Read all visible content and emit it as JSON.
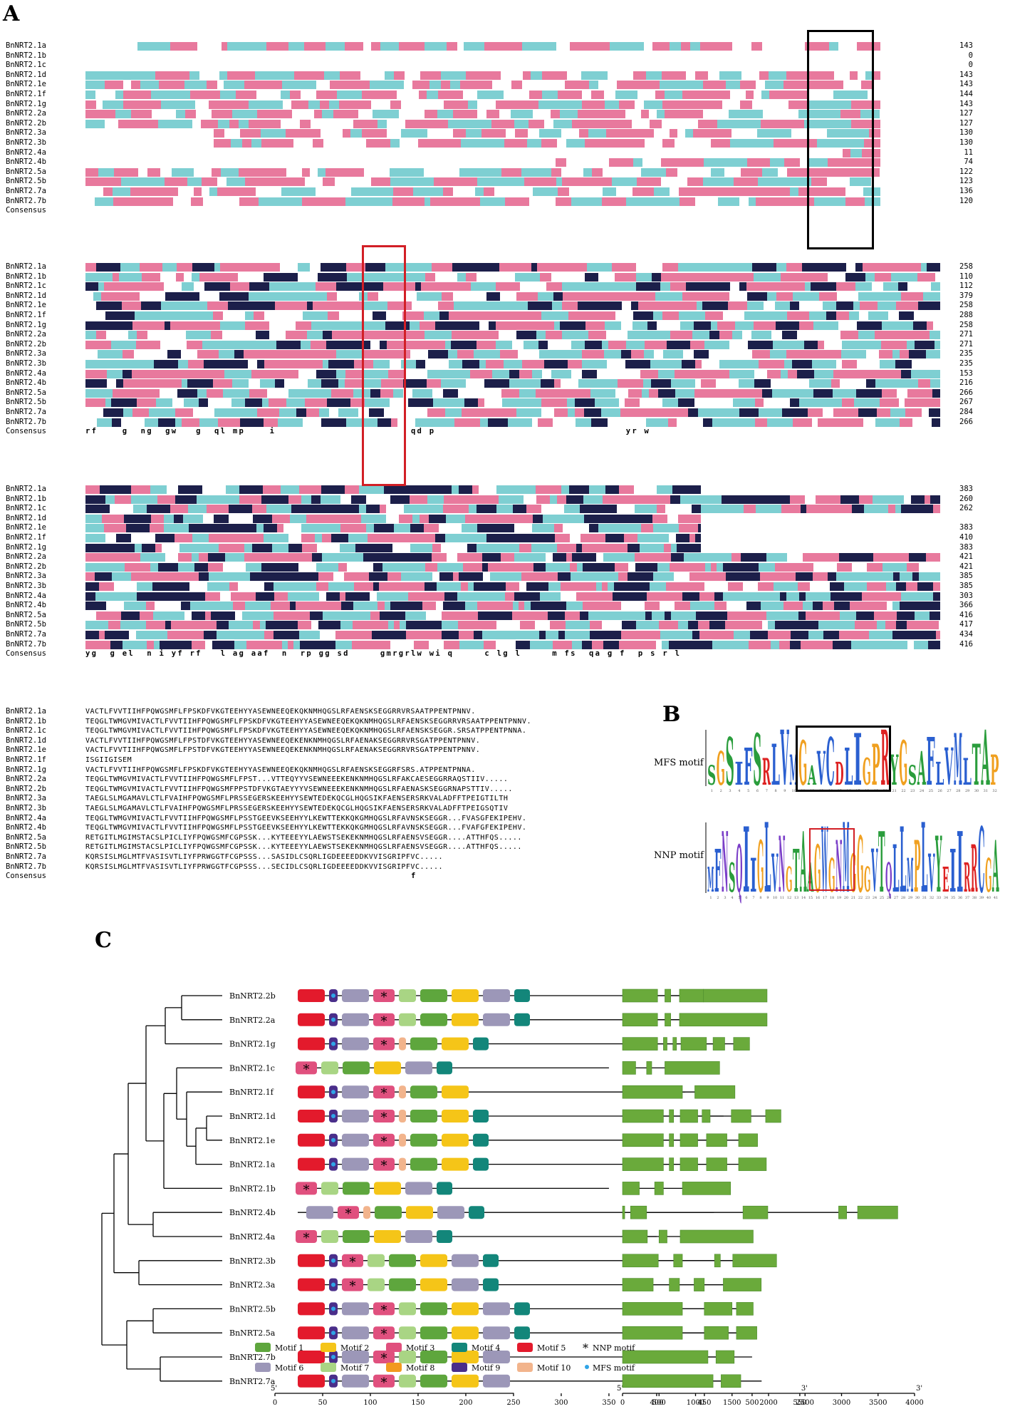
{
  "panels": {
    "a": "A",
    "b": "B",
    "c": "C"
  },
  "alignment": {
    "blocks": [
      {
        "rows": [
          {
            "name": "BnNRT2.1a",
            "end": "143",
            "len": 0.93
          },
          {
            "name": "BnNRT2.1b",
            "end": "0",
            "len": 0
          },
          {
            "name": "BnNRT2.1c",
            "end": "0",
            "len": 0
          },
          {
            "name": "BnNRT2.1d",
            "end": "143",
            "len": 0.93
          },
          {
            "name": "BnNRT2.1e",
            "end": "143",
            "len": 0.93
          },
          {
            "name": "BnNRT2.1f",
            "end": "144",
            "len": 0.93
          },
          {
            "name": "BnNRT2.1g",
            "end": "143",
            "len": 0.93
          },
          {
            "name": "BnNRT2.2a",
            "end": "127",
            "len": 0.93
          },
          {
            "name": "BnNRT2.2b",
            "end": "127",
            "len": 0.93
          },
          {
            "name": "BnNRT2.3a",
            "end": "130",
            "len": 0.78
          },
          {
            "name": "BnNRT2.3b",
            "end": "130",
            "len": 0.78
          },
          {
            "name": "BnNRT2.4a",
            "end": "11",
            "len": 0.07
          },
          {
            "name": "BnNRT2.4b",
            "end": "74",
            "len": 0.38
          },
          {
            "name": "BnNRT2.5a",
            "end": "122",
            "len": 0.93
          },
          {
            "name": "BnNRT2.5b",
            "end": "123",
            "len": 0.93
          },
          {
            "name": "BnNRT2.7a",
            "end": "136",
            "len": 0.93
          },
          {
            "name": "BnNRT2.7b",
            "end": "120",
            "len": 0.93
          }
        ],
        "consensus": ""
      },
      {
        "rows": [
          {
            "name": "BnNRT2.1a",
            "end": "258",
            "len": 1
          },
          {
            "name": "BnNRT2.1b",
            "end": "110",
            "len": 1
          },
          {
            "name": "BnNRT2.1c",
            "end": "112",
            "len": 1
          },
          {
            "name": "BnNRT2.1d",
            "end": "379",
            "len": 1
          },
          {
            "name": "BnNRT2.1e",
            "end": "258",
            "len": 1
          },
          {
            "name": "BnNRT2.1f",
            "end": "288",
            "len": 1
          },
          {
            "name": "BnNRT2.1g",
            "end": "258",
            "len": 1
          },
          {
            "name": "BnNRT2.2a",
            "end": "271",
            "len": 1
          },
          {
            "name": "BnNRT2.2b",
            "end": "271",
            "len": 1
          },
          {
            "name": "BnNRT2.3a",
            "end": "235",
            "len": 1
          },
          {
            "name": "BnNRT2.3b",
            "end": "235",
            "len": 1
          },
          {
            "name": "BnNRT2.4a",
            "end": "153",
            "len": 1
          },
          {
            "name": "BnNRT2.4b",
            "end": "216",
            "len": 1
          },
          {
            "name": "BnNRT2.5a",
            "end": "266",
            "len": 1
          },
          {
            "name": "BnNRT2.5b",
            "end": "267",
            "len": 1
          },
          {
            "name": "BnNRT2.7a",
            "end": "284",
            "len": 1
          },
          {
            "name": "BnNRT2.7b",
            "end": "266",
            "len": 1
          }
        ],
        "consensus": "rf    g  ng  gw   g  ql mp    i                      qd p                               yr w"
      },
      {
        "rows": [
          {
            "name": "BnNRT2.1a",
            "end": "383",
            "len": 0.72
          },
          {
            "name": "BnNRT2.1b",
            "end": "260",
            "len": 1
          },
          {
            "name": "BnNRT2.1c",
            "end": "262",
            "len": 1
          },
          {
            "name": "BnNRT2.1d",
            "end": "",
            "len": 0.72
          },
          {
            "name": "BnNRT2.1e",
            "end": "383",
            "len": 0.72
          },
          {
            "name": "BnNRT2.1f",
            "end": "410",
            "len": 0.72
          },
          {
            "name": "BnNRT2.1g",
            "end": "383",
            "len": 0.72
          },
          {
            "name": "BnNRT2.2a",
            "end": "421",
            "len": 1
          },
          {
            "name": "BnNRT2.2b",
            "end": "421",
            "len": 1
          },
          {
            "name": "BnNRT2.3a",
            "end": "385",
            "len": 1
          },
          {
            "name": "BnNRT2.3b",
            "end": "385",
            "len": 1
          },
          {
            "name": "BnNRT2.4a",
            "end": "303",
            "len": 1
          },
          {
            "name": "BnNRT2.4b",
            "end": "366",
            "len": 1
          },
          {
            "name": "BnNRT2.5a",
            "end": "416",
            "len": 1
          },
          {
            "name": "BnNRT2.5b",
            "end": "417",
            "len": 1
          },
          {
            "name": "BnNRT2.7a",
            "end": "434",
            "len": 1
          },
          {
            "name": "BnNRT2.7b",
            "end": "416",
            "len": 1
          }
        ],
        "consensus": "yg  g el  n i yf rf   l ag aaf  n  rp gg sd     gmrgrlw wi q     c lg l     m fs  qa g f  p s r l"
      },
      {
        "rows": [
          {
            "name": "BnNRT2.1a",
            "end": "",
            "len": 0
          },
          {
            "name": "BnNRT2.1b",
            "end": "",
            "len": 0
          },
          {
            "name": "BnNRT2.1c",
            "end": "",
            "len": 0
          },
          {
            "name": "BnNRT2.1d",
            "end": "",
            "len": 0
          },
          {
            "name": "BnNRT2.1e",
            "end": "",
            "len": 0
          },
          {
            "name": "BnNRT2.1f",
            "end": "",
            "len": 0
          },
          {
            "name": "BnNRT2.1g",
            "end": "",
            "len": 0
          },
          {
            "name": "BnNRT2.2a",
            "end": "",
            "len": 0
          },
          {
            "name": "BnNRT2.2b",
            "end": "",
            "len": 0
          },
          {
            "name": "BnNRT2.3a",
            "end": "",
            "len": 0
          },
          {
            "name": "BnNRT2.3b",
            "end": "",
            "len": 0
          },
          {
            "name": "BnNRT2.4a",
            "end": "",
            "len": 0
          },
          {
            "name": "BnNRT2.4b",
            "end": "",
            "len": 0
          },
          {
            "name": "BnNRT2.5a",
            "end": "",
            "len": 0
          },
          {
            "name": "BnNRT2.5b",
            "end": "",
            "len": 0
          },
          {
            "name": "BnNRT2.7a",
            "end": "",
            "len": 0
          },
          {
            "name": "BnNRT2.7b",
            "end": "",
            "len": 0
          }
        ],
        "consensus": "                                                     f"
      }
    ],
    "consensus_label": "Consensus",
    "block4_seqs": [
      "                                VACTLFVVTIIHFPQWGSMFLFPSKDFVKGTEEHYYASEWNEEQEKQKNMHQGSLRFAENSKSEGGRRVRSAATPPENTPNNV.",
      "TEQGLTWMGVMIVACTLFVVTIIHFPQWGSMFLFPSKDFVKGTEEHYYASEWNEEQEKQKNMHQGSLRFAENSKSEGGRRVRSAATPPENTPNNV.",
      "TEQGLTWMGVMIVACTLFVVTIIHFPQWGSMFLFPSKDFVKGTEEHYYASEWNEEQEKQKNMHQGSLRFAENSKSEGGR.SRSATPPENTPNNA.",
      "                                VACTLFVVTIIHFPQWGSMFLFPSTDFVKGTEEHYYASEWNEEQEKENKNMHQGSLRFAENAKSEGGRRVRSGATPPENTPNNV.",
      "                                VACTLFVVTIIHFPQWGSMFLFPSTDFVKGTEEHYYASEWNEEQEKENKNMHQGSLRFAENAKSEGGRRVRSGATPPENTPNNV.",
      "                                           ISGIIGISEM",
      "                                VACTLFVVTIIHFPQWGSMFLFPSKDFVKGTEEHYYASEWNEEQEKQKNMHQGSLRFAENSKSEGGRFSRS.ATPPENTPNNA.",
      "TEQGLTWMGVMIVACTLFVVTIIHFPQWGSMFLFPST...VTTEQYYVSEWNEEEKENKNMHQGSLRFAKCAESEGGRRAQSTIIV.....",
      "TEQGLTWMGVMIVACTLFVVTIIHFPQWGSMFPPSTDFVKGTAEYYYVSEWNEEEKENKNMHQGSLRFAENASKSEGGRNAPSTTIV.....",
      "TAEGLSLMGAMAVLCTLFVAIHFPQWGSMFLPRSSEGERSKEEHYYSEWTEDEKQCGLHQGSIKFAENSERSRKVALADFFTPEIGTILTH",
      "TAEGLSLMGAMAVLCTLFVAIHFPQWGSMFLPRSSEGERSKEEHYYSEWTEDEKQCGLHQGSIKFAENSERSRKVALADFFTPEIGSQTIV",
      "TEQGLTWMGVMIVACTLFVVTIIHFPQWGSMFLPSSTGEEVKSEEHYYLKEWTTEKKQKGMHQGSLRFAVNSKSEGGR...FVASGFEKIPEHV.",
      "TEQGLTWMGVMIVACTLFVVTIIHFPQWGSMFLPSSTGEEVKSEEHYYLKEWTTEKKQKGMHQGSLRFAVNSKSEGGR...FVAFGFEKIPEHV.",
      "RETGITLMGIMSTACSLPICLIYFPQWGSMFCGPSSK...KYTEEEYYLAEWSTSEKEKNMHQGSLRFAENSVSEGGR....ATTHFQS.....",
      "RETGITLMGIMSTACSLPICLIYFPQWGSMFCGPSSK...KYTEEEYYLAEWSTSEKEKNMHQGSLRFAENSVSEGGR....ATTHFQS.....",
      "KQRSISLMGLMTFVASISVTLIYFPRWGGTFCGPSSS...SASIDLCSQRLIGDEEEEDDKVVISGRIPFVC.....",
      "KQRSISLMGLMTFVASISVTLIYFPRWGGTFCGPSSS...SECIDLCSQRLIGDEEEEDDKVVISGRIPFVC....."
    ]
  },
  "motif_logos": [
    {
      "label": "MFS motif",
      "letters": "SGSIFSRLVMGAVCDLIGPRYGSAFLVMLTAP"
    },
    {
      "label": "NNP motif",
      "letters": "MFNSQIIGLVNGTAAGWGNMGGGVTQLLMPLVYEIIRRCGA"
    }
  ],
  "tree": {
    "leaves": [
      "BnNRT2.2b",
      "BnNRT2.2a",
      "BnNRT2.1g",
      "BnNRT2.1c",
      "BnNRT2.1f",
      "BnNRT2.1d",
      "BnNRT2.1e",
      "BnNRT2.1a",
      "BnNRT2.1b",
      "BnNRT2.4b",
      "BnNRT2.4a",
      "BnNRT2.3b",
      "BnNRT2.3a",
      "BnNRT2.5b",
      "BnNRT2.5a",
      "BnNRT2.7b",
      "BnNRT2.7a"
    ]
  },
  "motif_axis": {
    "prime5": "5'",
    "prime3": "3'",
    "ticks": [
      "0",
      "50",
      "100",
      "150",
      "200",
      "250",
      "300",
      "350",
      "400",
      "450",
      "500",
      "550"
    ]
  },
  "gene_axis": {
    "prime5": "5'",
    "prime3": "3'",
    "ticks": [
      "0",
      "500",
      "1000",
      "1500",
      "2000",
      "2500",
      "3000",
      "3500",
      "4000"
    ]
  },
  "motif_colors": {
    "1": "#5ea63d",
    "2": "#f5c518",
    "3": "#e0507e",
    "4": "#13867a",
    "5": "#e31a2c",
    "6": "#9c97b8",
    "7": "#a9d584",
    "8": "#f29a1f",
    "9": "#4a2e8a",
    "10": "#f2b48c",
    "mfs": "#2fa4e7",
    "gene": "#6aaa3b"
  },
  "motif_rows": [
    {
      "motifs": [
        5,
        9,
        6,
        3,
        7,
        1,
        2,
        6,
        4
      ],
      "nnp": true,
      "mfs": true,
      "end": 510
    },
    {
      "motifs": [
        5,
        9,
        6,
        3,
        7,
        1,
        2,
        6,
        4
      ],
      "nnp": true,
      "mfs": true,
      "end": 510
    },
    {
      "motifs": [
        5,
        9,
        6,
        3,
        10,
        1,
        2,
        4
      ],
      "nnp": true,
      "mfs": true,
      "end": 470
    },
    {
      "motifs": [
        3,
        7,
        1,
        2,
        6,
        4
      ],
      "nnp": true,
      "mfs": false,
      "end": 350
    },
    {
      "motifs": [
        5,
        9,
        6,
        3,
        10,
        1,
        2
      ],
      "nnp": true,
      "mfs": true,
      "end": 430
    },
    {
      "motifs": [
        5,
        9,
        6,
        3,
        10,
        1,
        2,
        4
      ],
      "nnp": true,
      "mfs": true,
      "end": 470
    },
    {
      "motifs": [
        5,
        9,
        6,
        3,
        10,
        1,
        2,
        4
      ],
      "nnp": true,
      "mfs": true,
      "end": 470
    },
    {
      "motifs": [
        5,
        9,
        6,
        3,
        10,
        1,
        2,
        4
      ],
      "nnp": true,
      "mfs": true,
      "end": 470
    },
    {
      "motifs": [
        3,
        7,
        1,
        2,
        6,
        4
      ],
      "nnp": true,
      "mfs": false,
      "end": 350
    },
    {
      "motifs": [
        6,
        3,
        10,
        1,
        2,
        6,
        4
      ],
      "nnp": true,
      "mfs": false,
      "end": 460
    },
    {
      "motifs": [
        3,
        7,
        1,
        2,
        6,
        4
      ],
      "nnp": true,
      "mfs": false,
      "end": 400
    },
    {
      "motifs": [
        5,
        9,
        3,
        7,
        1,
        2,
        6,
        4
      ],
      "nnp": true,
      "mfs": true,
      "end": 490
    },
    {
      "motifs": [
        5,
        9,
        3,
        7,
        1,
        2,
        6,
        4
      ],
      "nnp": true,
      "mfs": true,
      "end": 490
    },
    {
      "motifs": [
        5,
        9,
        6,
        3,
        7,
        1,
        2,
        6,
        4
      ],
      "nnp": true,
      "mfs": true,
      "end": 500
    },
    {
      "motifs": [
        5,
        9,
        6,
        3,
        7,
        1,
        2,
        6,
        4
      ],
      "nnp": true,
      "mfs": true,
      "end": 500
    },
    {
      "motifs": [
        5,
        9,
        6,
        3,
        7,
        1,
        2,
        6
      ],
      "nnp": true,
      "mfs": true,
      "end": 500
    },
    {
      "motifs": [
        5,
        9,
        6,
        3,
        7,
        1,
        2,
        6
      ],
      "nnp": true,
      "mfs": true,
      "end": 510
    }
  ],
  "gene_rows": [
    [
      [
        0,
        480
      ],
      [
        580,
        660
      ],
      [
        780,
        1110
      ],
      [
        1110,
        1980
      ]
    ],
    [
      [
        0,
        480
      ],
      [
        580,
        660
      ],
      [
        780,
        1980
      ]
    ],
    [
      [
        0,
        480
      ],
      [
        560,
        610
      ],
      [
        690,
        740
      ],
      [
        800,
        1150
      ],
      [
        1240,
        1400
      ],
      [
        1520,
        1740
      ]
    ],
    [
      [
        0,
        180
      ],
      [
        330,
        400
      ],
      [
        580,
        1330
      ]
    ],
    [
      [
        0,
        820
      ],
      [
        990,
        1540
      ]
    ],
    [
      [
        0,
        560
      ],
      [
        640,
        700
      ],
      [
        790,
        1030
      ],
      [
        1090,
        1200
      ],
      [
        1490,
        1760
      ],
      [
        1960,
        2170
      ]
    ],
    [
      [
        0,
        560
      ],
      [
        640,
        700
      ],
      [
        790,
        1030
      ],
      [
        1150,
        1430
      ],
      [
        1590,
        1850
      ]
    ],
    [
      [
        0,
        560
      ],
      [
        640,
        700
      ],
      [
        790,
        1030
      ],
      [
        1150,
        1430
      ],
      [
        1590,
        1970
      ]
    ],
    [
      [
        0,
        230
      ],
      [
        440,
        560
      ],
      [
        820,
        1480
      ]
    ],
    [
      [
        0,
        30
      ],
      [
        110,
        330
      ],
      [
        1650,
        1990
      ],
      [
        2960,
        3070
      ],
      [
        3220,
        3770
      ]
    ],
    [
      [
        0,
        340
      ],
      [
        500,
        610
      ],
      [
        790,
        1790
      ]
    ],
    [
      [
        0,
        490
      ],
      [
        700,
        820
      ],
      [
        1260,
        1340
      ],
      [
        1510,
        2110
      ]
    ],
    [
      [
        0,
        420
      ],
      [
        640,
        780
      ],
      [
        980,
        1120
      ],
      [
        1380,
        1900
      ]
    ],
    [
      [
        0,
        820
      ],
      [
        1120,
        1500
      ],
      [
        1560,
        1790
      ]
    ],
    [
      [
        0,
        820
      ],
      [
        1120,
        1450
      ],
      [
        1560,
        1840
      ]
    ],
    [
      [
        0,
        1170
      ],
      [
        1280,
        1530
      ]
    ],
    [
      [
        0,
        1240
      ],
      [
        1350,
        1620
      ]
    ]
  ],
  "legend": [
    {
      "id": "1",
      "label": "Motif 1"
    },
    {
      "id": "2",
      "label": "Motif 2"
    },
    {
      "id": "3",
      "label": "Motif 3"
    },
    {
      "id": "4",
      "label": "Motif 4"
    },
    {
      "id": "5",
      "label": "Motif 5"
    },
    {
      "id": "6",
      "label": "Motif 6"
    },
    {
      "id": "7",
      "label": "Motif 7"
    },
    {
      "id": "8",
      "label": "Motif 8"
    },
    {
      "id": "9",
      "label": "Motif 9"
    },
    {
      "id": "10",
      "label": "Motif 10"
    }
  ],
  "legend_nnp": "NNP motif",
  "legend_mfs": "MFS motif",
  "star": "*"
}
